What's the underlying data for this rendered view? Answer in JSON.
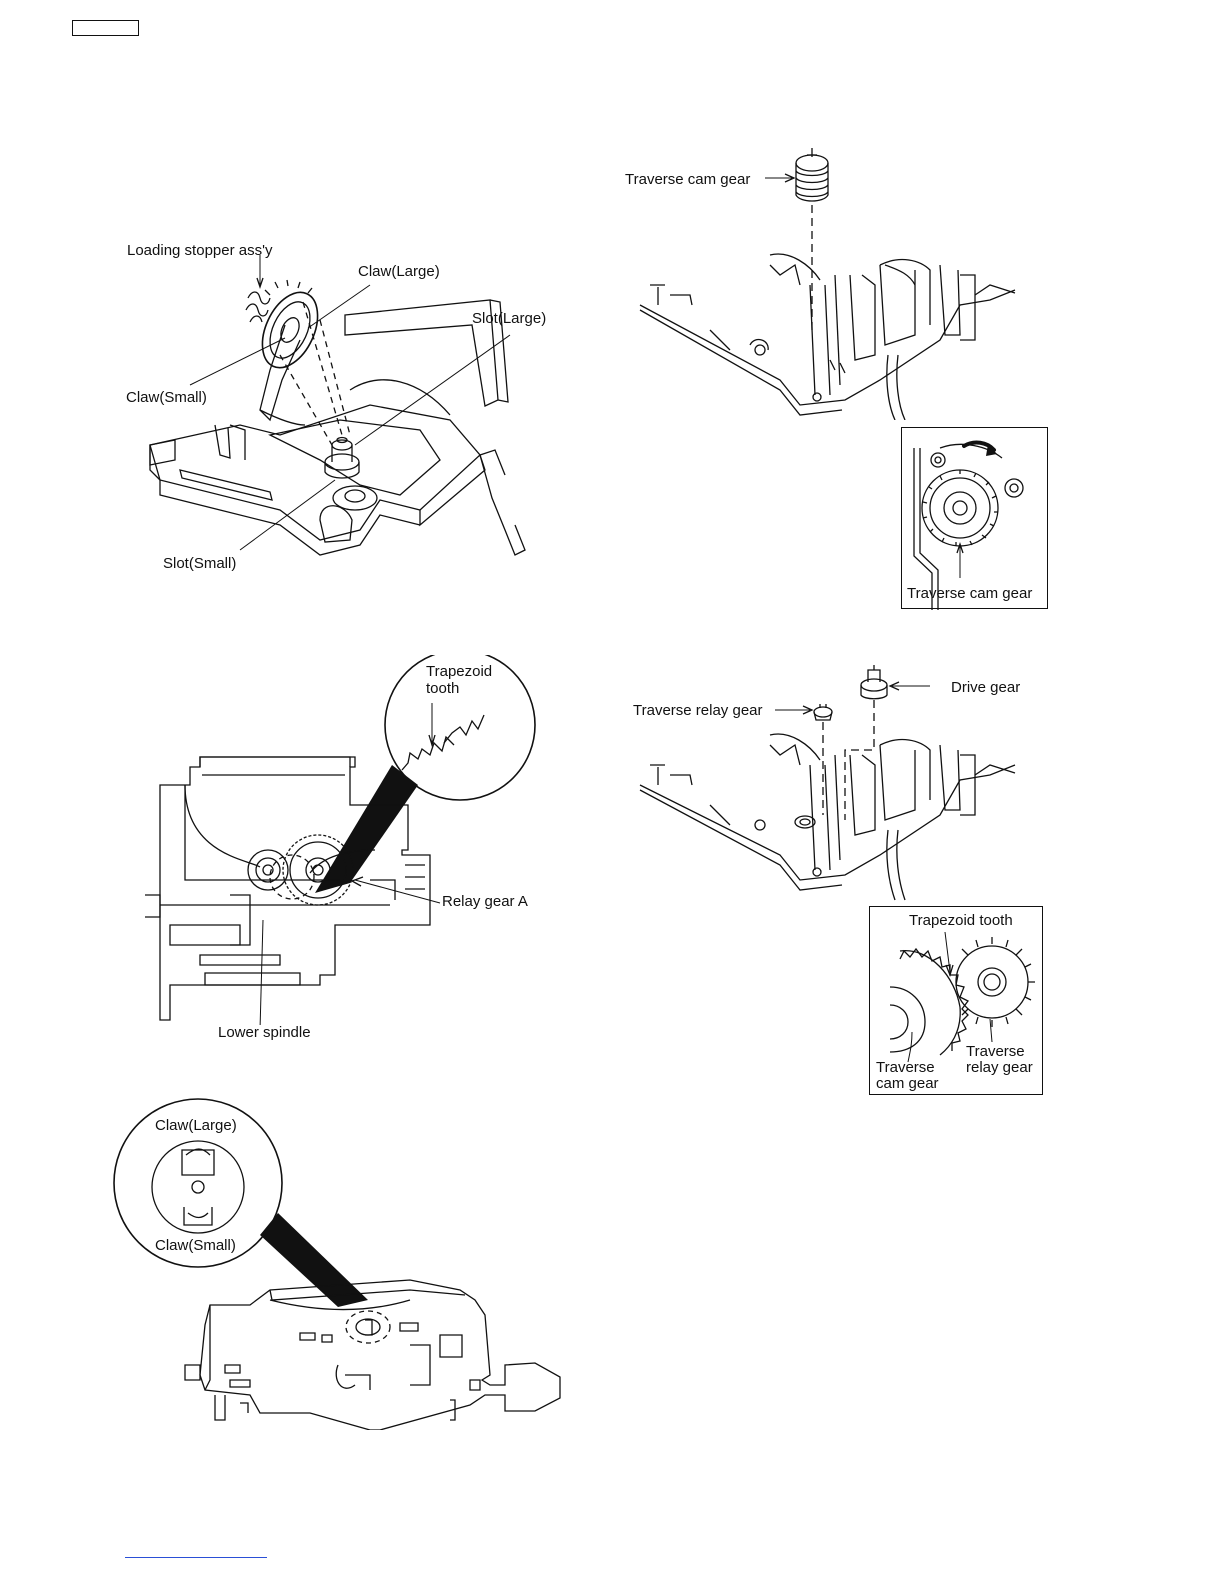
{
  "figure_loading_stopper": {
    "label_loading_stopper": "Loading stopper ass'y",
    "label_claw_large": "Claw(Large)",
    "label_slot_large": "Slot(Large)",
    "label_claw_small": "Claw(Small)",
    "label_slot_small": "Slot(Small)"
  },
  "figure_relay_gear": {
    "label_trapezoid_tooth_line1": "Trapezoid",
    "label_trapezoid_tooth_line2": "tooth",
    "label_relay_gear_a": "Relay gear A",
    "label_lower_spindle": "Lower spindle"
  },
  "figure_claw_detail": {
    "label_claw_large": "Claw(Large)",
    "label_claw_small": "Claw(Small)"
  },
  "figure_traverse_cam": {
    "label_traverse_cam_gear": "Traverse cam gear",
    "inset_label_traverse_cam_gear": "Traverse cam gear"
  },
  "figure_drive_gear": {
    "label_traverse_relay_gear": "Traverse relay gear",
    "label_drive_gear": "Drive gear",
    "inset_label_trapezoid_tooth": "Trapezoid tooth",
    "inset_label_traverse_cam_gear_line1": "Traverse",
    "inset_label_traverse_cam_gear_line2": "cam gear",
    "inset_label_traverse_relay_gear_line1": "Traverse",
    "inset_label_traverse_relay_gear_line2": "relay gear"
  }
}
